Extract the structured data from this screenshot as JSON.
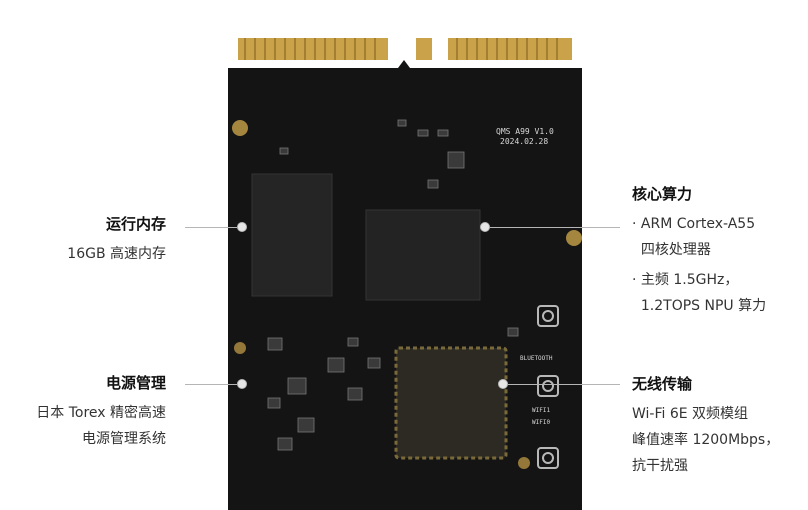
{
  "board": {
    "silkscreen_model": "QMS A99 V1.0",
    "silkscreen_date": "2024.02.28",
    "antenna_label_bt": "BLUETOOTH",
    "antenna_label_wifi1": "WIFI1",
    "antenna_label_wifi0": "WIFI0"
  },
  "callouts": {
    "memory": {
      "title": "运行内存",
      "lines": [
        "16GB 高速内存"
      ]
    },
    "power": {
      "title": "电源管理",
      "lines": [
        "日本 Torex 精密高速",
        "电源管理系统"
      ]
    },
    "compute": {
      "title": "核心算力",
      "lines": [
        "· ARM Cortex-A55",
        "  四核处理器",
        "· 主频 1.5GHz，",
        "  1.2TOPS NPU 算力"
      ]
    },
    "wireless": {
      "title": "无线传输",
      "lines": [
        "Wi-Fi 6E 双频模组",
        "峰值速率 1200Mbps，",
        "抗干扰强"
      ]
    }
  },
  "colors": {
    "pcb": "#141414",
    "gold": "#c9a24a",
    "chip": "#232323",
    "leader": "#b5b5b5"
  }
}
